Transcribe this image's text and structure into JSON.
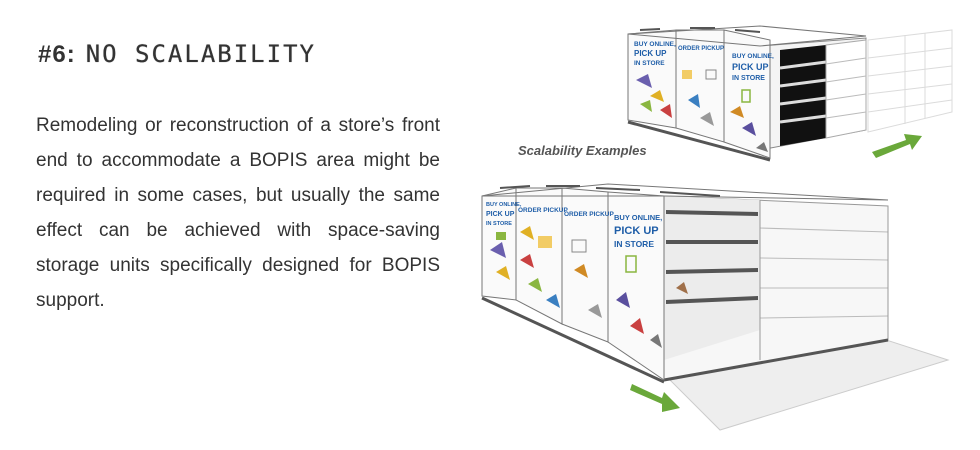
{
  "heading": {
    "number": "#6:",
    "title": "NO SCALABILITY"
  },
  "paragraph": "Remodeling or reconstruction of a store’s front end to accommodate a BOPIS area might be required in some cases, but usually the same effect can be achieved with space-saving storage units specifically designed for BOPIS support.",
  "caption": "Scalability Examples",
  "panels": {
    "order_pickup": "ORDER PICKUP",
    "buy_online_1": "BUY ONLINE,",
    "buy_online_2": "PICK UP",
    "buy_online_3": "IN STORE"
  },
  "colors": {
    "arrow": "#6aa83a",
    "shelf_dark": "#1a1a1a",
    "logo_blue": "#1f5ea8"
  },
  "icons": [
    "arrow-right-icon",
    "arrow-right-icon"
  ]
}
